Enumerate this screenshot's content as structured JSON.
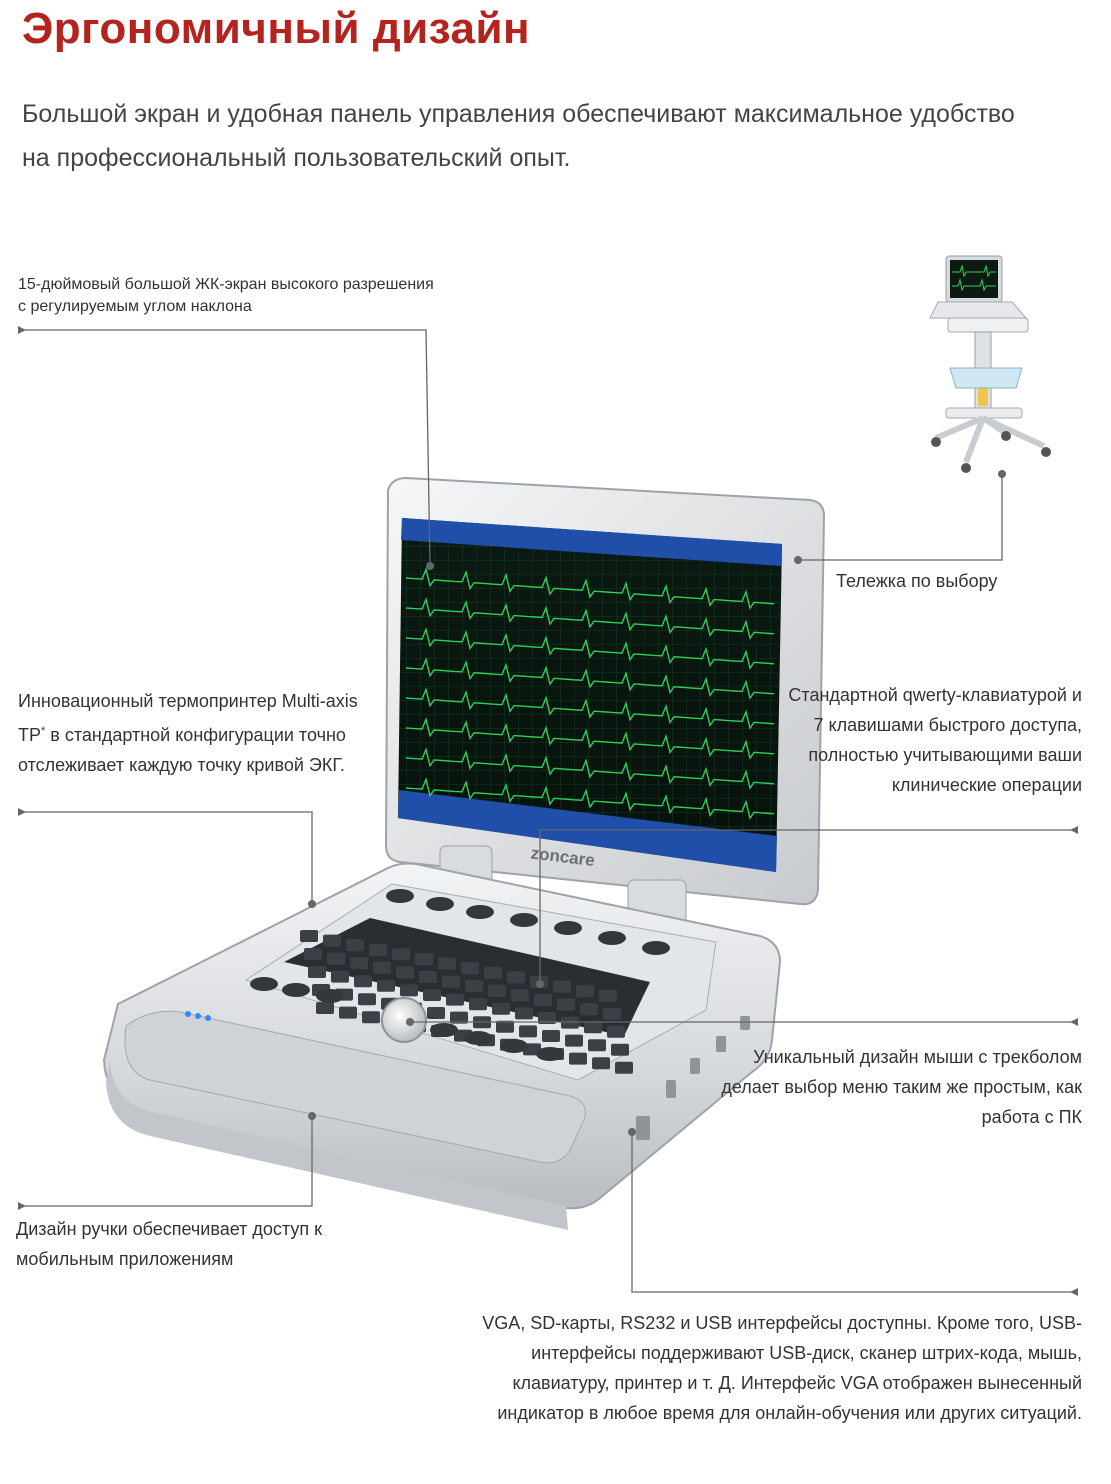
{
  "header": {
    "title": "Эргономичный дизайн",
    "subtitle": "Большой экран и удобная панель управления обеспечивают максимальное удобство на профессиональный пользовательский опыт."
  },
  "callouts": {
    "lcd": "15-дюймовый большой ЖК-экран высокого разрешения с регулируемым углом наклона",
    "cart": "Тележка по выбору",
    "printer_pre": "Инновационный термопринтер Multi-axis TP",
    "printer_mark": "*",
    "printer_post": " в стандартной конфигурации точно отслеживает каждую точку кривой ЭКГ.",
    "keyboard": "Стандартной qwerty-клавиатурой и 7 клавишами быстрого доступа, полностью учитывающими ваши клинические операции",
    "trackball": "Уникальный дизайн мыши с трекболом делает выбор меню таким же простым, как работа с ПК",
    "handle": "Дизайн ручки обеспечивает доступ к мобильным приложениям",
    "ports": "VGA, SD-карты, RS232 и USB интерфейсы доступны. Кроме того, USB-интерфейсы поддерживают USB-диск, сканер штрих-кода, мышь, клавиатуру, принтер и т. Д. Интерфейс VGA отображен вынесенный индикатор в любое время для онлайн-обучения или других ситуаций."
  },
  "device": {
    "brand": "zoncare"
  },
  "colors": {
    "title": "#b4241f",
    "screen_bar": "#1f4fa8",
    "trace": "#2fd05a"
  }
}
